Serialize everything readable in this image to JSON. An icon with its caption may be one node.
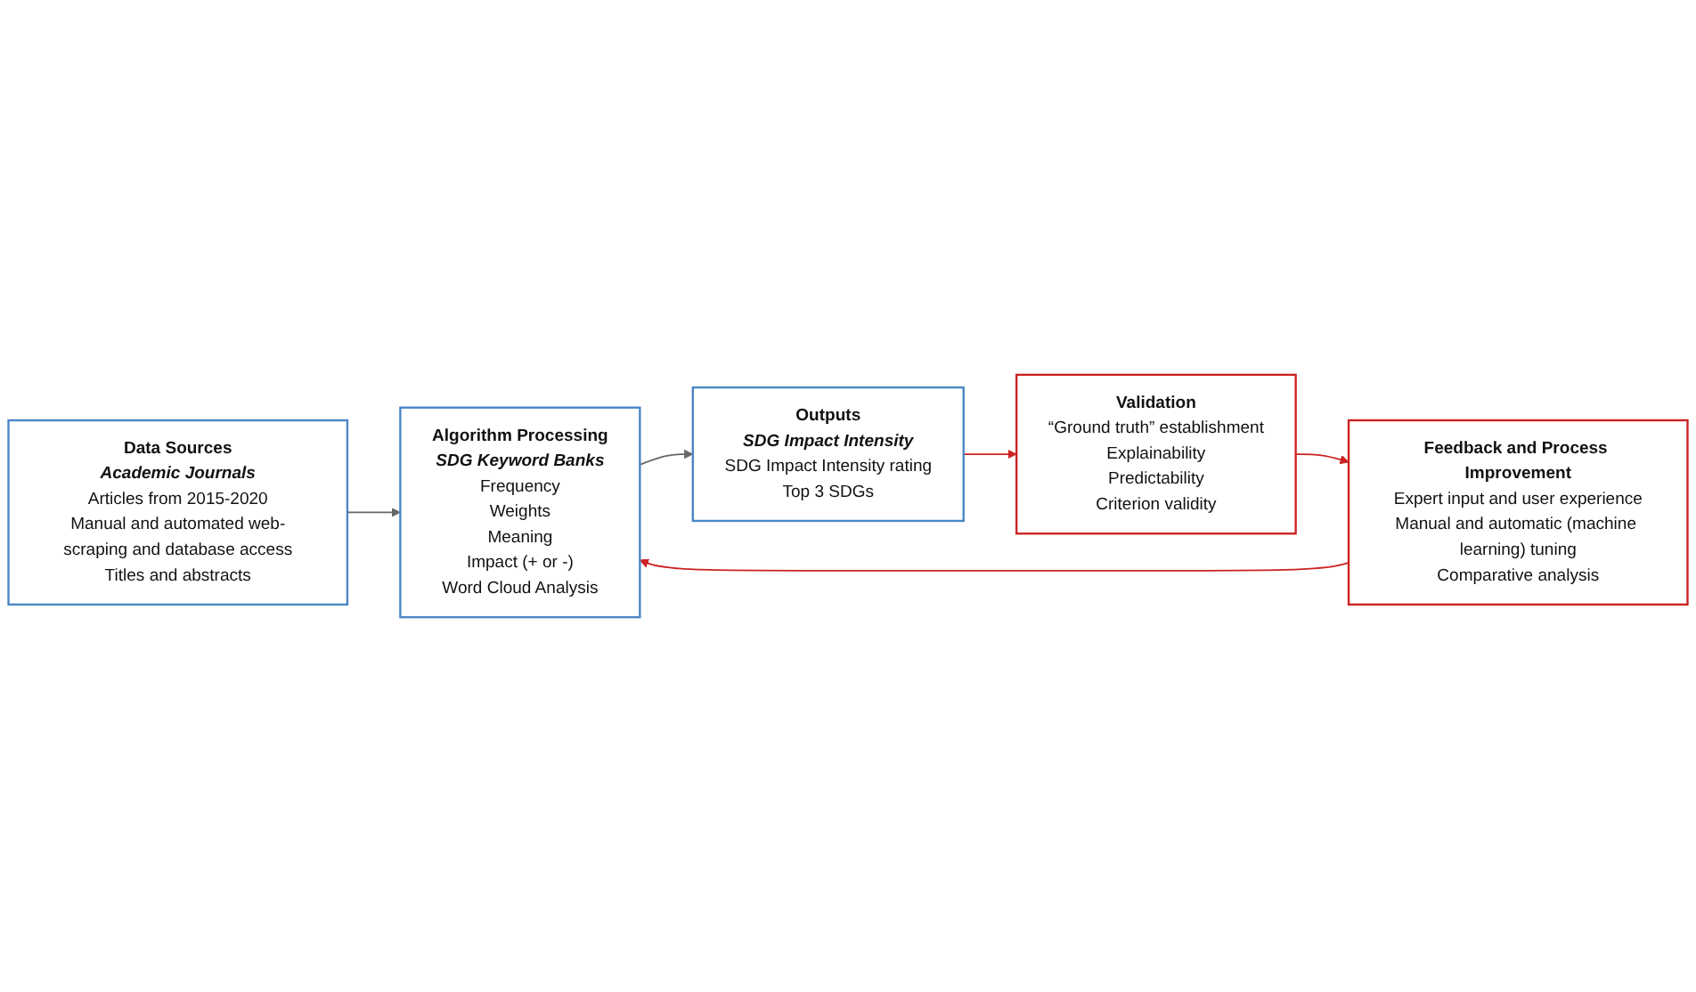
{
  "diagram": {
    "nodes": [
      {
        "text": [
          "Data Sources",
          "Academic Journals",
          "Articles from 2015-2020",
          "Manual and automated web-scraping and database access",
          "Titles and abstracts"
        ]
      },
      {
        "text": [
          "Algorithm Processing",
          "SDG Keyword Banks",
          "Frequency",
          "Weights",
          "Meaning",
          "Impact (+ or -)",
          "Word Cloud Analysis"
        ]
      },
      {
        "text": [
          "Outputs",
          "SDG Impact Intensity",
          "SDG Impact Intensity rating",
          "Top 3 SDGs"
        ]
      },
      {
        "text": [
          "Validation",
          "“Ground truth” establishment",
          "Explainability",
          "Predictability",
          "Criterion validity"
        ]
      },
      {
        "text": [
          "Feedback and Process Improvement",
          "Expert input and user experience",
          "Manual and automatic (machine learning) tuning",
          "Comparative analysis"
        ]
      }
    ],
    "edges": [
      {
        "from": 0,
        "to": 1,
        "arrow": "to",
        "color": "#666666"
      },
      {
        "from": 1,
        "to": 2,
        "arrow": "to",
        "color": "#666666"
      },
      {
        "from": 2,
        "to": 3,
        "arrow": "to"
      },
      {
        "from": 3,
        "to": 4,
        "arrow": "to"
      },
      {
        "from": 4,
        "to": 1,
        "arrow": "to"
      }
    ]
  }
}
